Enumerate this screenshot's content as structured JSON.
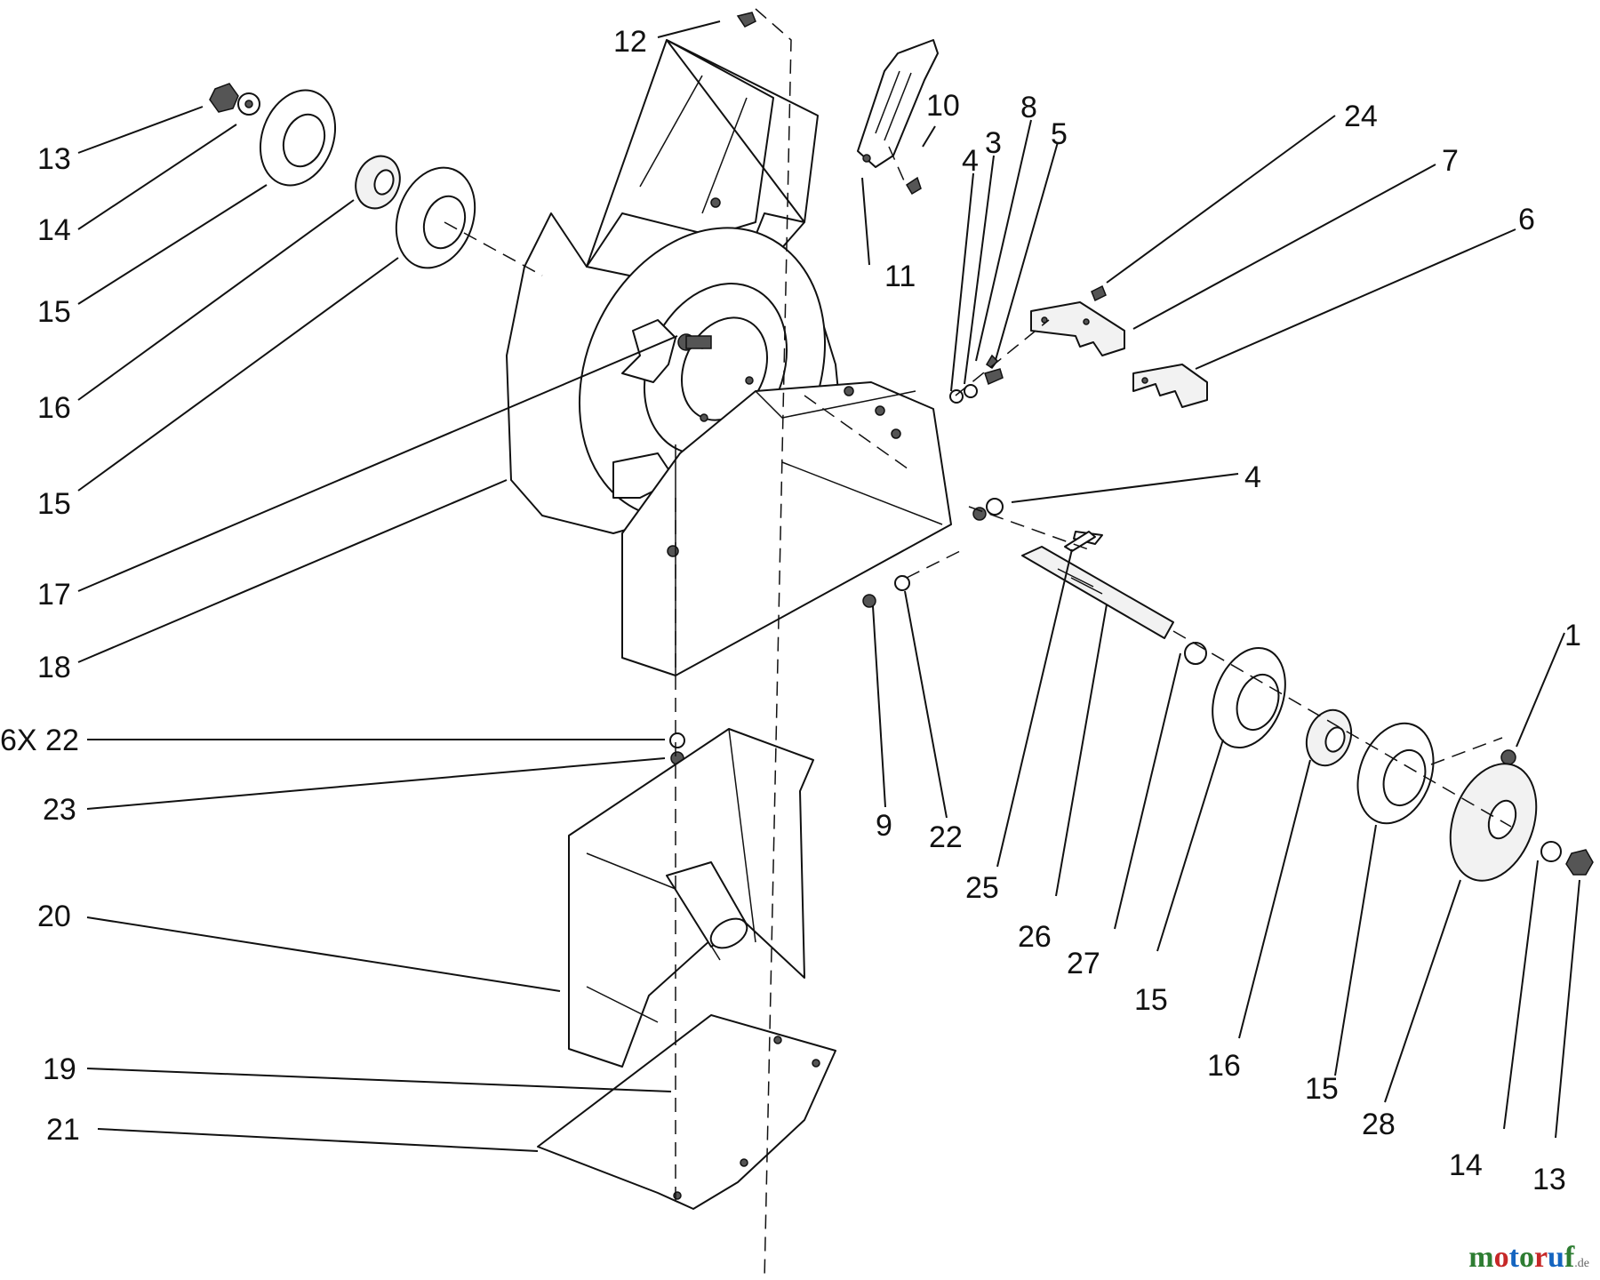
{
  "diagram": {
    "callouts": [
      "12",
      "10",
      "8",
      "24",
      "4",
      "3",
      "5",
      "7",
      "6",
      "13",
      "14",
      "15",
      "16",
      "15",
      "11",
      "17",
      "18",
      "4",
      "1",
      "6X 22",
      "23",
      "9",
      "22",
      "25",
      "26",
      "27",
      "15",
      "16",
      "15",
      "28",
      "14",
      "13",
      "20",
      "19",
      "21"
    ]
  },
  "watermark": {
    "text": "motoruf",
    "suffix": ".de",
    "colors": [
      "#2e7d32",
      "#c62828",
      "#1565c0"
    ]
  }
}
